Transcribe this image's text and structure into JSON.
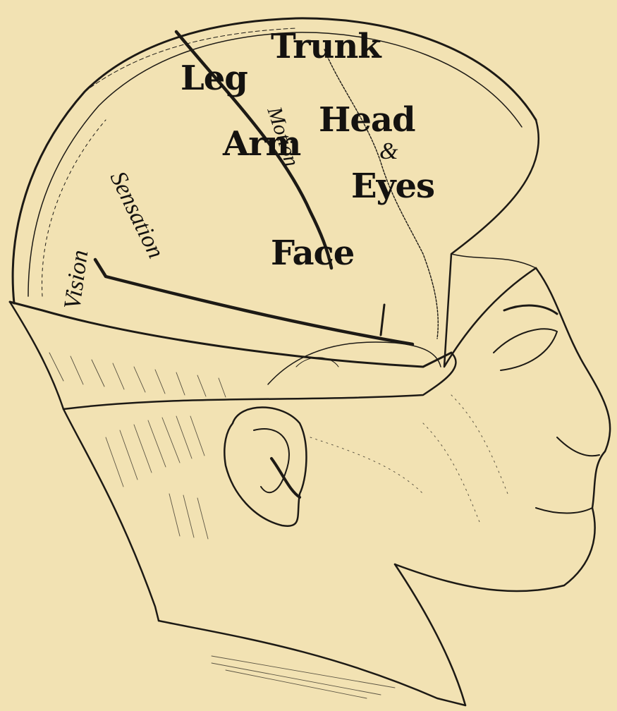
{
  "labels": {
    "trunk": "Trunk",
    "leg": "Leg",
    "head": "Head",
    "ampersand": "&",
    "arm": "Arm",
    "eyes": "Eyes",
    "face": "Face",
    "sensation": "Sensation",
    "motion": "Motion",
    "vision": "Vision"
  },
  "colors": {
    "paper": "#f2e2b3",
    "ink": "#141210"
  }
}
